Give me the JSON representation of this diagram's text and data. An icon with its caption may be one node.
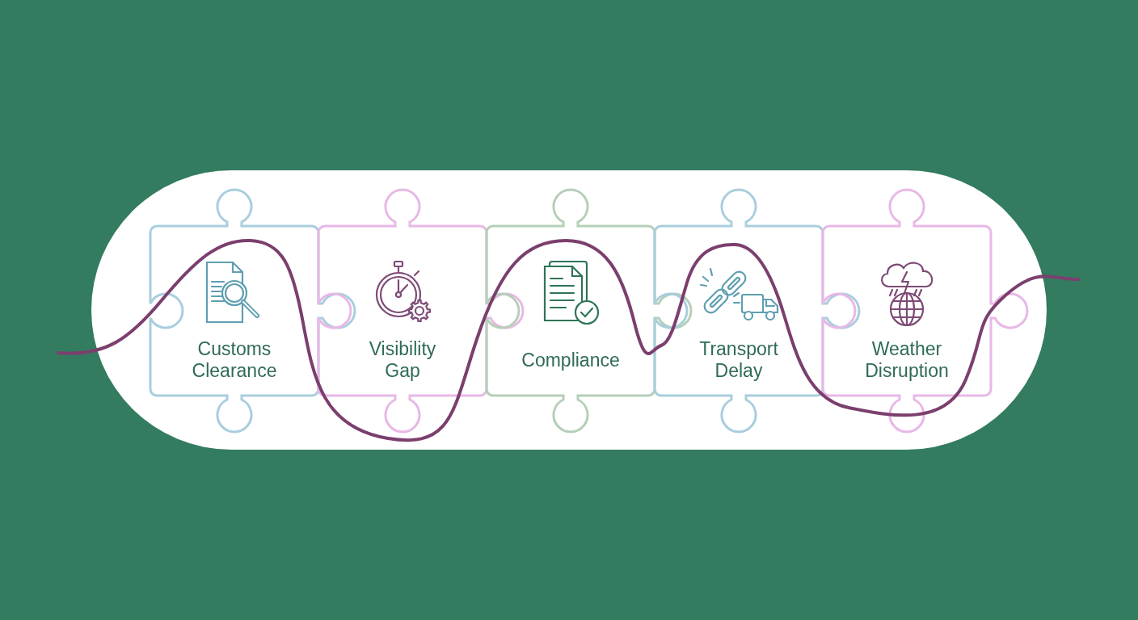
{
  "diagram": {
    "nodes": [
      {
        "text": [
          "Customs Clearance"
        ]
      },
      {
        "text": [
          "Visibility Gap"
        ]
      },
      {
        "text": [
          "Compliance"
        ]
      },
      {
        "text": [
          "Transport Delay"
        ]
      },
      {
        "text": [
          "Weather Disruption"
        ]
      }
    ]
  }
}
